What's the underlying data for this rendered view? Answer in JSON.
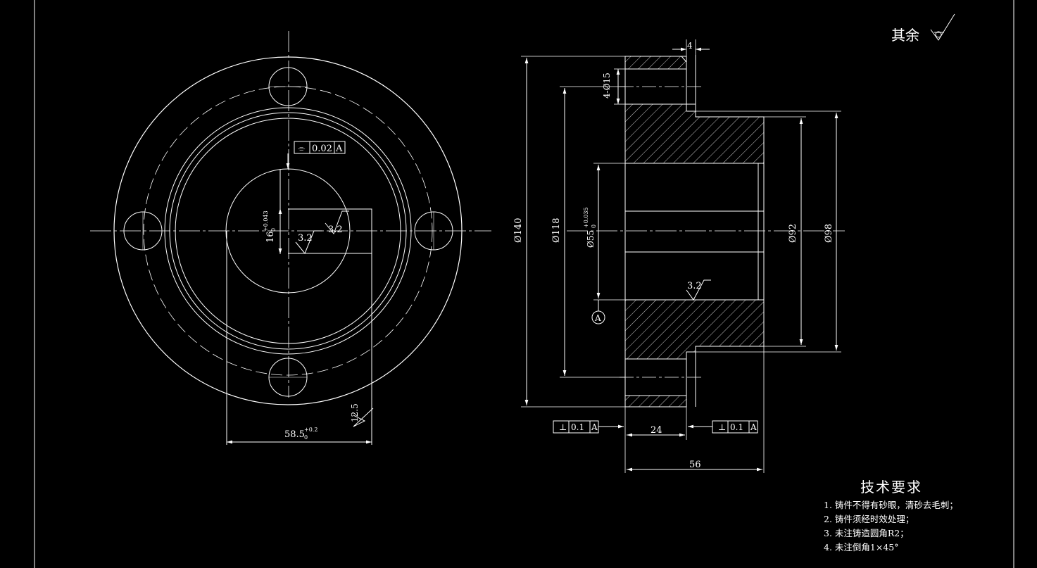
{
  "surface_note": {
    "label": "其余"
  },
  "left_view": {
    "flatness": {
      "symbol": "⌯",
      "value": "0.02",
      "datum": "A"
    },
    "keyway_depth": {
      "nominal": "16",
      "upper": "+0.043",
      "lower": "0"
    },
    "roughness_bore": "3.2",
    "roughness_keyway": "3.2",
    "roughness_base": "12.5",
    "keyway_width": {
      "nominal": "58.5",
      "upper": "+0.2",
      "lower": "0"
    }
  },
  "right_view": {
    "hole_count": "4-Ø15",
    "gap_width": "4",
    "dia_outer": "Ø140",
    "dia_bolt_circle": "Ø118",
    "dia_bore": {
      "nominal": "Ø55",
      "upper": "+0.035",
      "lower": "0"
    },
    "dia_hub": "Ø92",
    "dia_hub_outer": "Ø98",
    "roughness": "3.2",
    "datum": "A",
    "perp_left": {
      "value": "0.1",
      "datum": "A"
    },
    "perp_right": {
      "value": "0.1",
      "datum": "A"
    },
    "flange_width": "24",
    "total_length": "56"
  },
  "tech_notes": {
    "title": "技术要求",
    "items": [
      "1. 铸件不得有砂眼，清砂去毛刺；",
      "2. 铸件须经时效处理；",
      "3. 未注铸造圆角R2；",
      "4. 未注倒角1×45°"
    ]
  }
}
